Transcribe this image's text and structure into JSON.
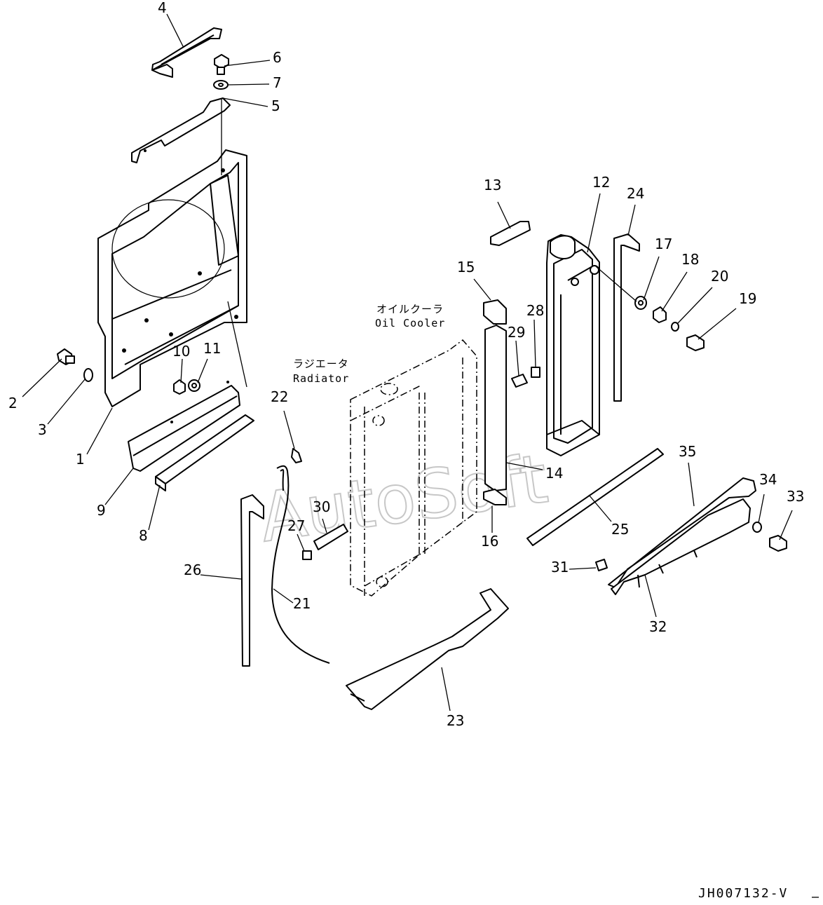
{
  "assembly_labels": {
    "oil_cooler_jp": "オイルクーラ",
    "oil_cooler_en": "Oil Cooler",
    "radiator_jp": "ラジエータ",
    "radiator_en": "Radiator"
  },
  "callouts": [
    {
      "id": "c1",
      "number": "1"
    },
    {
      "id": "c2",
      "number": "2"
    },
    {
      "id": "c3",
      "number": "3"
    },
    {
      "id": "c4",
      "number": "4"
    },
    {
      "id": "c5",
      "number": "5"
    },
    {
      "id": "c6",
      "number": "6"
    },
    {
      "id": "c7",
      "number": "7"
    },
    {
      "id": "c8",
      "number": "8"
    },
    {
      "id": "c9",
      "number": "9"
    },
    {
      "id": "c10",
      "number": "10"
    },
    {
      "id": "c11",
      "number": "11"
    },
    {
      "id": "c12",
      "number": "12"
    },
    {
      "id": "c13",
      "number": "13"
    },
    {
      "id": "c14",
      "number": "14"
    },
    {
      "id": "c15",
      "number": "15"
    },
    {
      "id": "c16",
      "number": "16"
    },
    {
      "id": "c17",
      "number": "17"
    },
    {
      "id": "c18",
      "number": "18"
    },
    {
      "id": "c19",
      "number": "19"
    },
    {
      "id": "c20",
      "number": "20"
    },
    {
      "id": "c21",
      "number": "21"
    },
    {
      "id": "c22",
      "number": "22"
    },
    {
      "id": "c23",
      "number": "23"
    },
    {
      "id": "c24",
      "number": "24"
    },
    {
      "id": "c25",
      "number": "25"
    },
    {
      "id": "c26",
      "number": "26"
    },
    {
      "id": "c27",
      "number": "27"
    },
    {
      "id": "c28",
      "number": "28"
    },
    {
      "id": "c29",
      "number": "29"
    },
    {
      "id": "c30",
      "number": "30"
    },
    {
      "id": "c31",
      "number": "31"
    },
    {
      "id": "c32",
      "number": "32"
    },
    {
      "id": "c33",
      "number": "33"
    },
    {
      "id": "c34",
      "number": "34"
    },
    {
      "id": "c35",
      "number": "35"
    }
  ],
  "watermark": "AutoSoft",
  "document_id": "JH007132-V"
}
